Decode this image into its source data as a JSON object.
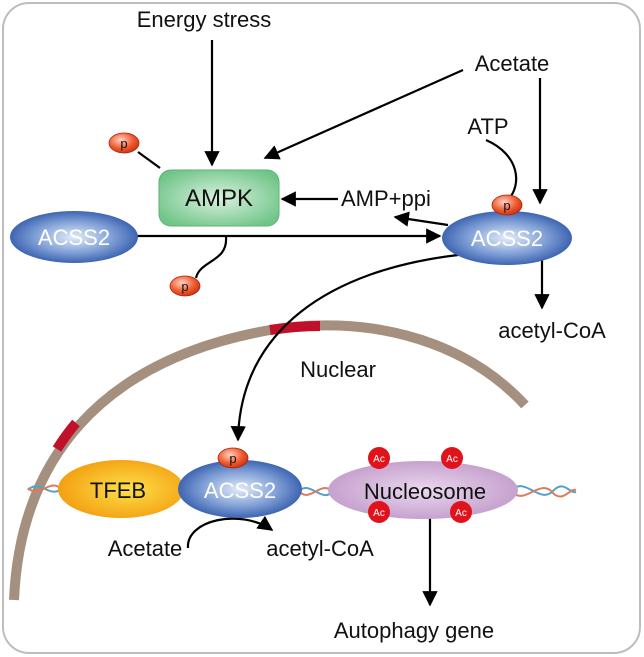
{
  "labels": {
    "energy_stress": "Energy stress",
    "acetate_top": "Acetate",
    "atp": "ATP",
    "ampk": "AMPK",
    "amp_ppi": "AMP+ppi",
    "acss2_left": "ACSS2",
    "acss2_right": "ACSS2",
    "acetyl_coa_top": "acetyl-CoA",
    "nuclear": "Nuclear",
    "tfeb": "TFEB",
    "acss2_nuclear": "ACSS2",
    "nucleosome": "Nucleosome",
    "acetate_bottom": "Acetate",
    "acetyl_coa_bottom": "acetyl-CoA",
    "autophagy_gene": "Autophagy gene"
  },
  "badges": {
    "phospho": "p",
    "acetyl": "Ac"
  },
  "colors": {
    "ampk_fill": "#7ccf93",
    "acss2_fill": "#3a63b4",
    "tfeb_fill": "#f5a20f",
    "nucleosome_fill": "#c9a3d1",
    "phospho_badge": "#e2461c",
    "acetyl_badge": "#e0121b",
    "membrane": "#a59080",
    "membrane_pore": "#c0102a",
    "frame_border": "#bdbdbd"
  }
}
